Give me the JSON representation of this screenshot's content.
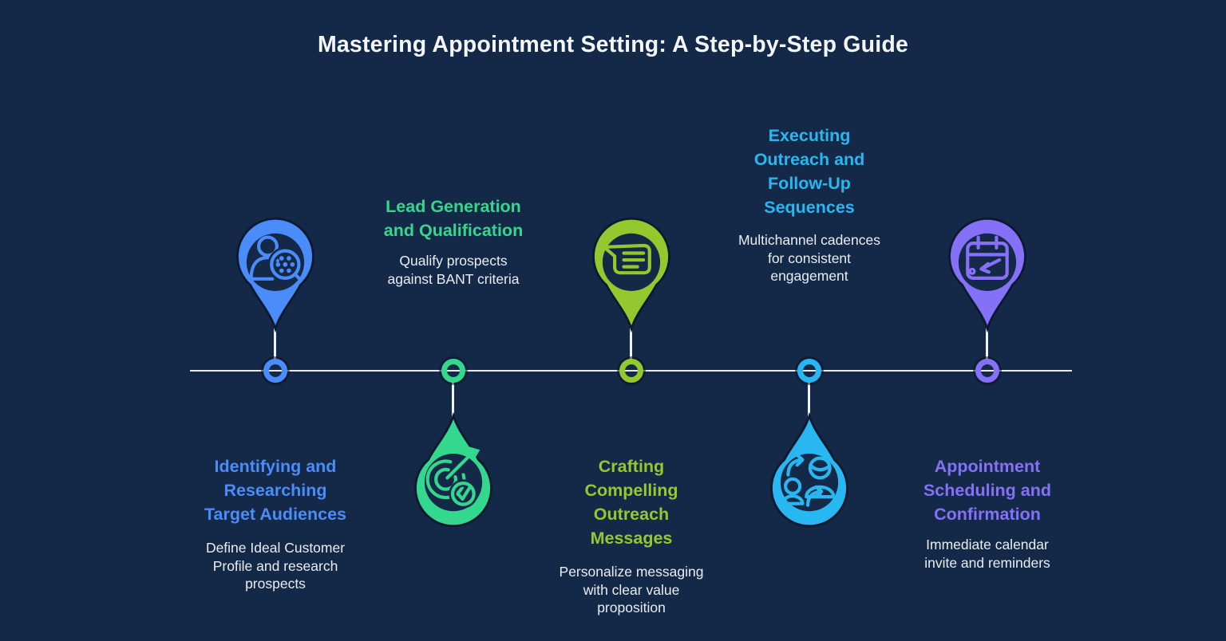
{
  "title": "Mastering Appointment Setting: A Step-by-Step Guide",
  "background_color": "#142947",
  "timeline": {
    "line_color": "#e7eaee",
    "node_count": 5
  },
  "steps": [
    {
      "title": "Identifying and\nResearching\nTarget Audiences",
      "description": "Define Ideal Customer\nProfile and research\nprospects",
      "accent_color": "#4a8cf9",
      "icon": "person-search-icon",
      "pin_position": "above-line",
      "text_position": "below-line"
    },
    {
      "title": "Lead Generation\nand Qualification",
      "description": "Qualify prospects\nagainst BANT criteria",
      "accent_color": "#34d78e",
      "icon": "target-check-icon",
      "pin_position": "below-line",
      "text_position": "above-line"
    },
    {
      "title": "Crafting\nCompelling\nOutreach\nMessages",
      "description": "Personalize messaging\nwith clear value\nproposition",
      "accent_color": "#93c92e",
      "icon": "chat-message-icon",
      "pin_position": "above-line",
      "text_position": "below-line"
    },
    {
      "title": "Executing\nOutreach and\nFollow-Up\nSequences",
      "description": "Multichannel cadences\nfor consistent\nengagement",
      "accent_color": "#29b7f1",
      "icon": "people-exchange-icon",
      "pin_position": "below-line",
      "text_position": "above-line"
    },
    {
      "title": "Appointment\nScheduling and\nConfirmation",
      "description": "Immediate calendar\ninvite and reminders",
      "accent_color": "#8570f8",
      "icon": "calendar-arrow-icon",
      "pin_position": "above-line",
      "text_position": "below-line"
    }
  ]
}
